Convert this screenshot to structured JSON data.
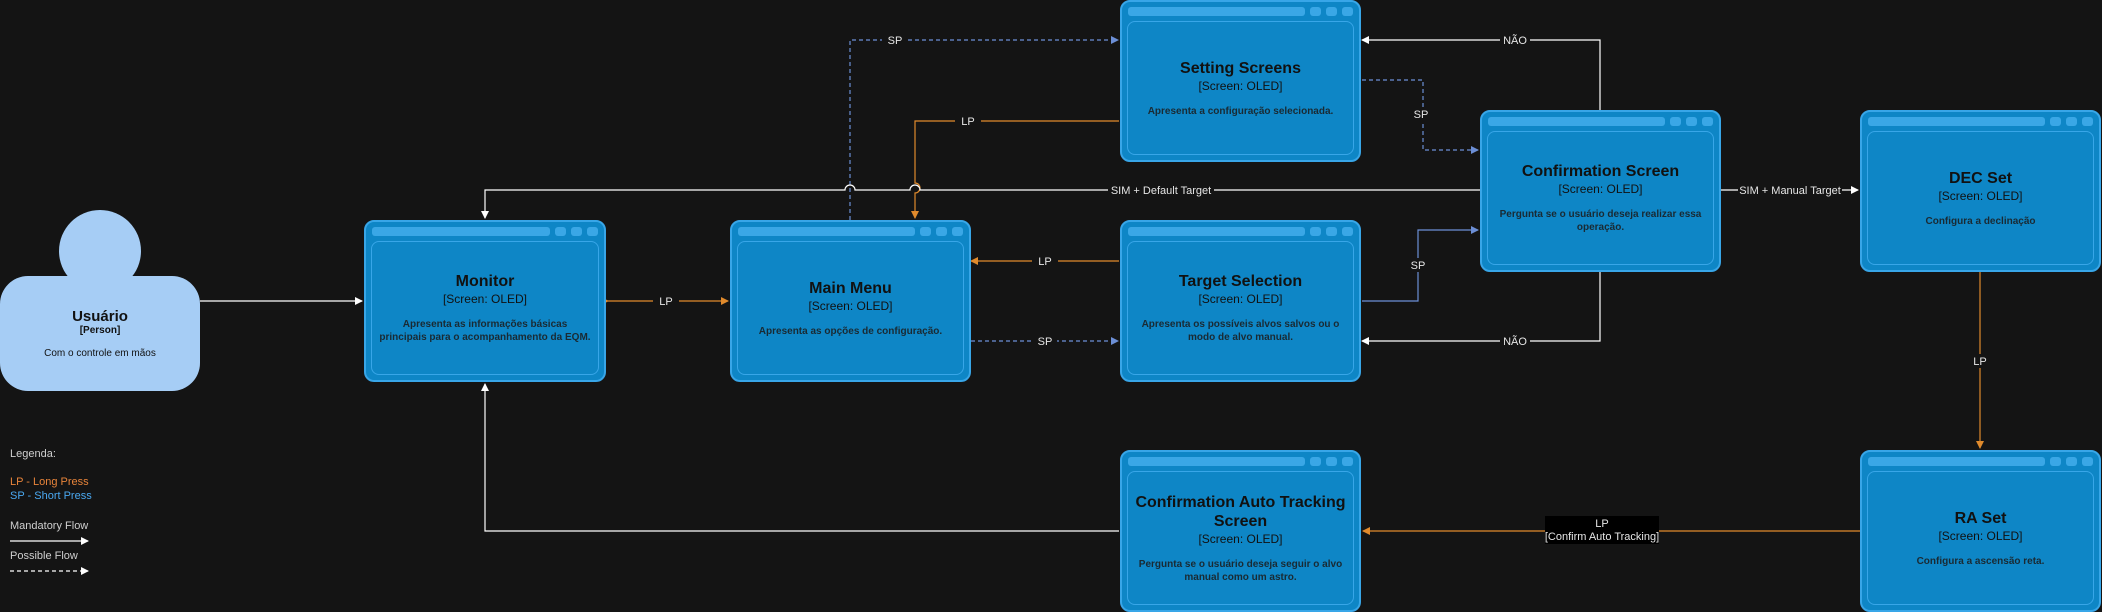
{
  "person": {
    "title": "Usuário",
    "type": "[Person]",
    "desc": "Com o controle em mãos"
  },
  "boxes": {
    "monitor": {
      "title": "Monitor",
      "type": "[Screen: OLED]",
      "desc": "Apresenta as informações básicas principais para o acompanhamento da EQM."
    },
    "main_menu": {
      "title": "Main Menu",
      "type": "[Screen: OLED]",
      "desc": "Apresenta as opções de configuração."
    },
    "setting": {
      "title": "Setting Screens",
      "type": "[Screen: OLED]",
      "desc": "Apresenta a configuração selecionada."
    },
    "target": {
      "title": "Target Selection",
      "type": "[Screen: OLED]",
      "desc": "Apresenta os possíveis alvos salvos ou o modo de alvo manual."
    },
    "confirm": {
      "title": "Confirmation Screen",
      "type": "[Screen: OLED]",
      "desc": "Pergunta se o usuário deseja realizar essa operação."
    },
    "dec": {
      "title": "DEC Set",
      "type": "[Screen: OLED]",
      "desc": "Configura a declinação"
    },
    "ra": {
      "title": "RA Set",
      "type": "[Screen: OLED]",
      "desc": "Configura a ascensão reta."
    },
    "auto": {
      "title": "Confirmation Auto Tracking Screen",
      "type": "[Screen: OLED]",
      "desc": "Pergunta se o usuário deseja seguir o alvo manual como um astro."
    }
  },
  "edge_labels": {
    "sp_top": "SP",
    "lp_setting": "LP",
    "nao_top": "NÃO",
    "sp_setting_confirm": "SP",
    "sim_default": "SIM + Default Target",
    "sim_manual": "SIM + Manual Target",
    "lp_monitor_menu": "LP",
    "lp_target_menu": "LP",
    "sp_target_confirm": "SP",
    "sp_menu_target": "SP",
    "nao_bottom": "NÃO",
    "lp_dec_ra": "LP",
    "lp_ra_auto": "LP",
    "confirm_auto": "[Confirm Auto Tracking]"
  },
  "legend": {
    "title": "Legenda:",
    "lp": "LP - Long Press",
    "sp": "SP - Short Press",
    "mandatory": "Mandatory Flow",
    "possible": "Possible  Flow"
  },
  "colors": {
    "white": "#ffffff",
    "orange": "#e08a2c",
    "blue": "#6c8fd6",
    "lp_legend": "#e8843a",
    "sp_legend": "#4aa8f0"
  }
}
